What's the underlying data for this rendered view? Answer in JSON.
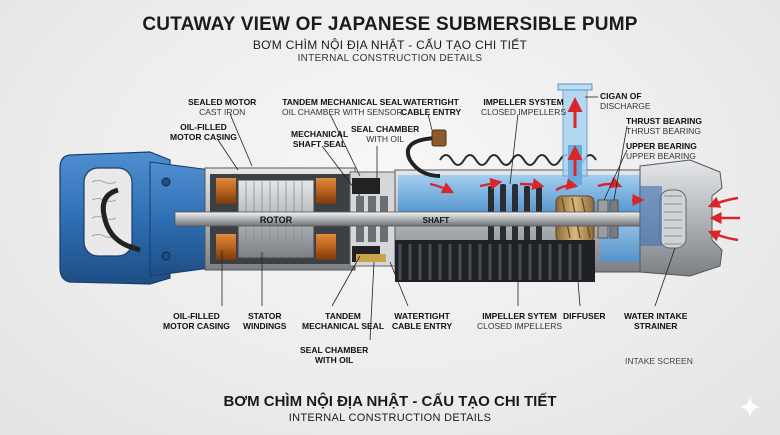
{
  "header": {
    "title": "CUTAWAY VIEW OF JAPANESE SUBMERSIBLE PUMP",
    "subtitle_vn": "BƠM CHÌM NỘI ĐỊA NHẬT - CẤU TẠO CHI TIẾT",
    "subtitle_en": "INTERNAL CONSTRUCTION DETAILS"
  },
  "footer": {
    "title_vn": "BƠM CHÌM NỘI ĐỊA NHẬT - CẤU TẠO CHI TIẾT",
    "subtitle_en": "INTERNAL CONSTRUCTION DETAILS"
  },
  "parts": {
    "rotor": "ROTOR",
    "shaft": "SHAFT"
  },
  "labels_top": {
    "sealed_motor": {
      "l1": "SEALED MOTOR",
      "l2": "CAST IRON"
    },
    "oil_filled_casing": {
      "l1": "OIL-FILLED",
      "l2": "MOTOR CASING"
    },
    "tandem_seal": {
      "l1": "TANDEM MECHANICAL SEAL",
      "l2": "OIL CHAMBER WITH SENSOR"
    },
    "mechanical_shaft_seal": {
      "l1": "MECHANICAL",
      "l2": "SHAFT SEAL"
    },
    "seal_chamber": {
      "l1": "SEAL CHAMBER",
      "l2": "WITH OIL"
    },
    "watertight_cable": {
      "l1": "WATERTIGHT",
      "l2": "CABLE ENTRY"
    },
    "impeller_system": {
      "l1": "IMPELLER SYSTEM",
      "l2": "CLOSED IMPELLERS"
    },
    "discharge": {
      "l1": "CIGAN OF",
      "l2": "DISCHARGE"
    },
    "thrust_bearing": {
      "l1": "THRUST BEARING",
      "l2": "THRUST BEARING"
    },
    "upper_bearing": {
      "l1": "UPPER BEARING",
      "l2": "UPPER BEARING"
    }
  },
  "labels_bottom": {
    "oil_filled_casing": {
      "l1": "OIL-FILLED",
      "l2": "MOTOR CASING"
    },
    "stator_windings": {
      "l1": "STATOR",
      "l2": "WINDINGS"
    },
    "tandem_seal": {
      "l1": "TANDEM",
      "l2": "MECHANICAL SEAL"
    },
    "watertight_cable": {
      "l1": "WATERTIGHT",
      "l2": "CABLE ENTRY"
    },
    "impeller_sytem": {
      "l1": "IMPELLER SYTEM",
      "l2": "CLOSED IMPELLERS"
    },
    "diffuser": {
      "l1": "DIFFUSER"
    },
    "intake_strainer": {
      "l1": "WATER INTAKE",
      "l2": "STRAINER"
    },
    "seal_chamber": {
      "l1": "SEAL CHAMBER",
      "l2": "WITH OIL"
    },
    "intake_screen": "INTAKE SCREEN"
  },
  "colors": {
    "housing_blue": "#2f6fb3",
    "steel": "#b9bcc0",
    "water_blue": "#7fb8e6",
    "copper": "#b8621e",
    "flow_red": "#d8262c"
  }
}
